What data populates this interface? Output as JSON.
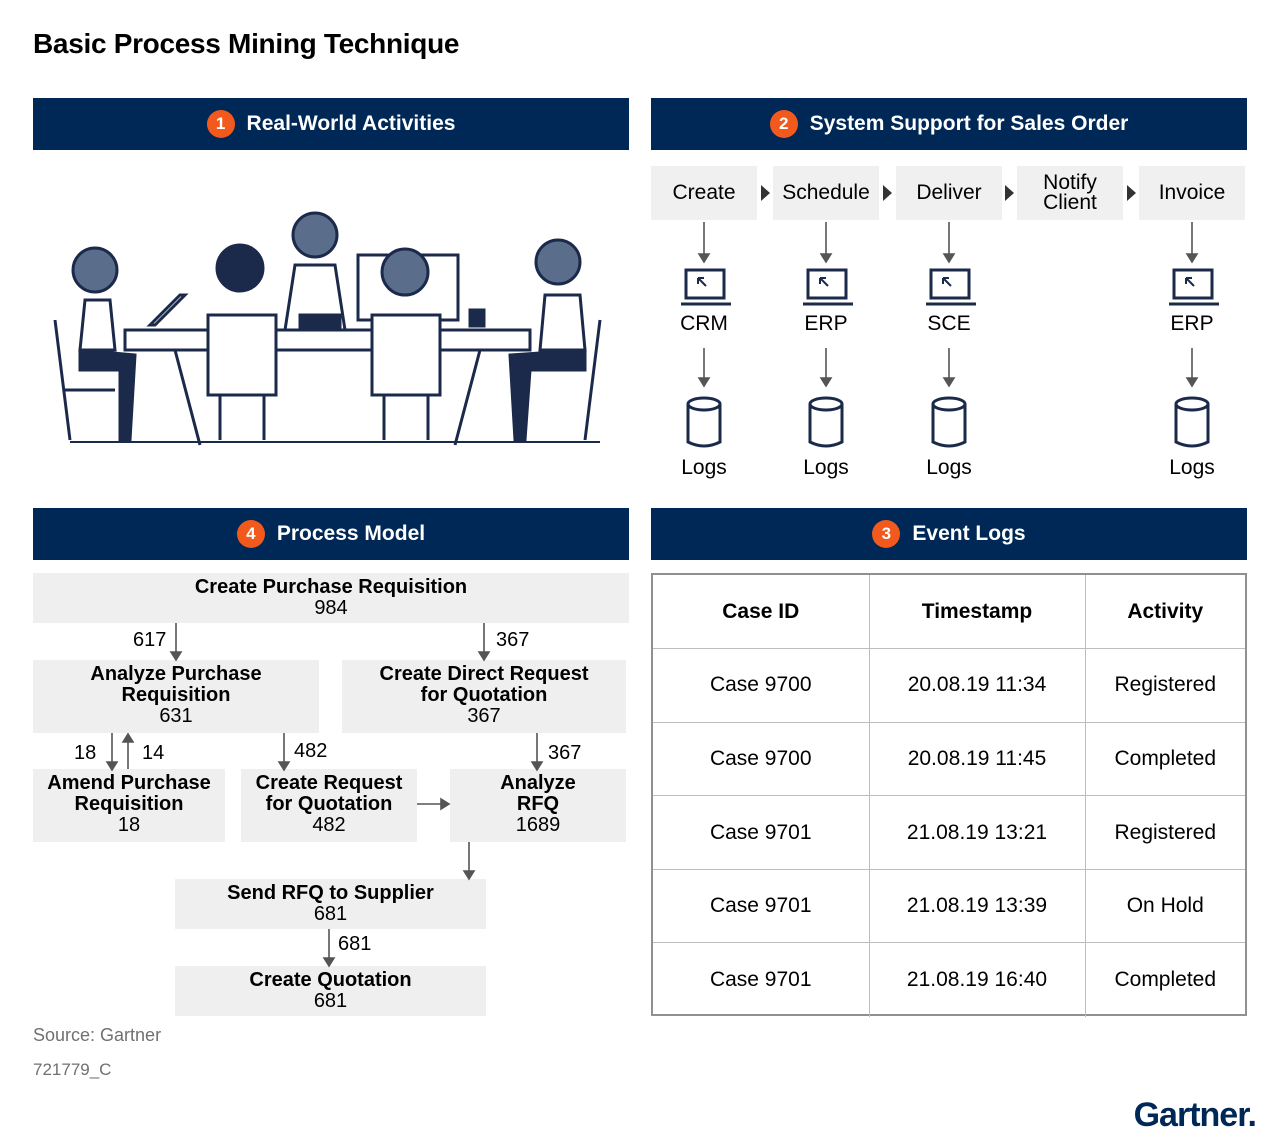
{
  "title": "Basic Process Mining Technique",
  "colors": {
    "navy": "#002856",
    "orange": "#f25a1d",
    "box": "#f0f0f0"
  },
  "sections": {
    "s1": {
      "num": "1",
      "label": "Real-World Activities"
    },
    "s2": {
      "num": "2",
      "label": "System Support for Sales Order"
    },
    "s3": {
      "num": "3",
      "label": "Event Logs"
    },
    "s4": {
      "num": "4",
      "label": "Process Model"
    }
  },
  "steps": [
    "Create",
    "Schedule",
    "Deliver",
    "Notify Client",
    "Invoice"
  ],
  "systems": [
    "CRM",
    "ERP",
    "SCE",
    "ERP"
  ],
  "logs_label": "Logs",
  "process": {
    "n1": {
      "name": "Create Purchase Requisition",
      "count": "984"
    },
    "n2": {
      "name": "Analyze Purchase Requisition",
      "count": "631"
    },
    "n3": {
      "name": "Create Direct Request for Quotation",
      "count": "367"
    },
    "n4": {
      "name": "Amend Purchase Requisition",
      "count": "18"
    },
    "n5": {
      "name": "Create Request for Quotation",
      "count": "482"
    },
    "n6": {
      "name": "Analyze RFQ",
      "count": "1689"
    },
    "n7": {
      "name": "Send RFQ to Supplier",
      "count": "681"
    },
    "n8": {
      "name": "Create Quotation",
      "count": "681"
    },
    "e1": "617",
    "e2": "367",
    "e3": "18",
    "e4": "14",
    "e5": "482",
    "e6": "367",
    "e7": "681"
  },
  "event_table": {
    "headers": [
      "Case ID",
      "Timestamp",
      "Activity"
    ],
    "rows": [
      [
        "Case 9700",
        "20.08.19 11:34",
        "Registered"
      ],
      [
        "Case 9700",
        "20.08.19 11:45",
        "Completed"
      ],
      [
        "Case 9701",
        "21.08.19 13:21",
        "Registered"
      ],
      [
        "Case 9701",
        "21.08.19 13:39",
        "On Hold"
      ],
      [
        "Case 9701",
        "21.08.19 16:40",
        "Completed"
      ]
    ]
  },
  "source": "Source: Gartner",
  "code": "721779_C",
  "brand": "Gartner."
}
